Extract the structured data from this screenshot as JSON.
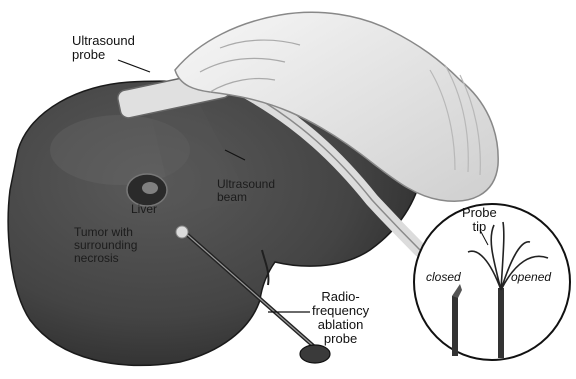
{
  "labels": {
    "ultrasound_probe": "Ultrasound\nprobe",
    "ultrasound_beam": "Ultrasound\nbeam",
    "liver": "Liver",
    "tumor": "Tumor with\nsurrounding\nnecrosis",
    "rf_probe": "Radio-\nfrequency\nablation\nprobe",
    "probe_tip": "Probe\ntip",
    "closed": "closed",
    "opened": "opened"
  },
  "colors": {
    "liver": "#4a4a4a",
    "liver_dark": "#2e2e2e",
    "glove": "#ececec",
    "ink": "#111111"
  },
  "icons": [
    "hand-icon",
    "ultrasound-probe-icon",
    "ablation-needle-icon",
    "probe-tip-inset-icon"
  ]
}
